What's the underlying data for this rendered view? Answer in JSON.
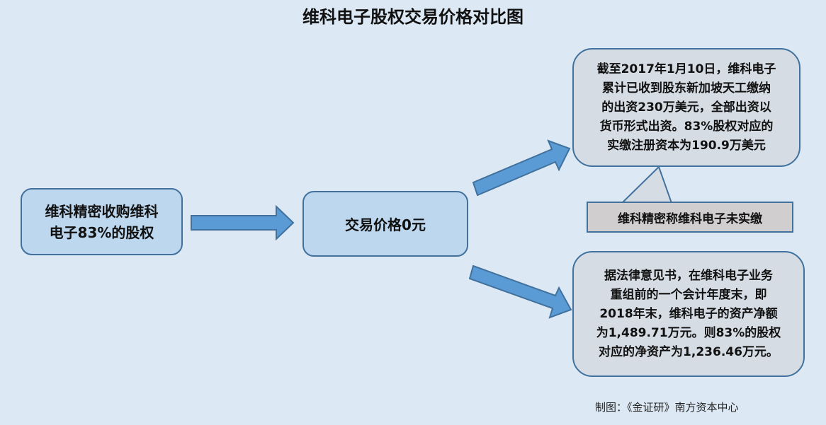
{
  "title": "维科电子股权交易价格对比图",
  "source_box": {
    "line1": "维科精密收购维科",
    "line2": "电子83%的股权"
  },
  "price_box": {
    "text": "交易价格0元"
  },
  "top_bubble": {
    "lines": [
      "截至2017年1月10日，维科电子",
      "累计已收到股东新加坡天工缴纳",
      "的出资230万美元，全部出资以",
      "货币形式出资。83%股权对应的",
      "实缴注册资本为190.9万美元"
    ]
  },
  "callout": {
    "text": "维科精密称维科电子未实缴"
  },
  "bottom_bubble": {
    "lines": [
      "据法律意见书，在维科电子业务",
      "重组前的一个会计年度末，即",
      "2018年末，维科电子的资产净额",
      "为1,489.71万元。则83%的股权",
      "对应的净资产为1,236.46万元。"
    ]
  },
  "footer": {
    "text": "制图：《金证研》南方资本中心"
  },
  "colors": {
    "background": "#dce9f5",
    "box_fill": "#bdd7ee",
    "bubble_fill": "#d6dce4",
    "callout_fill": "#d0cece",
    "arrow_fill": "#5b9bd5",
    "border": "#41719c"
  }
}
